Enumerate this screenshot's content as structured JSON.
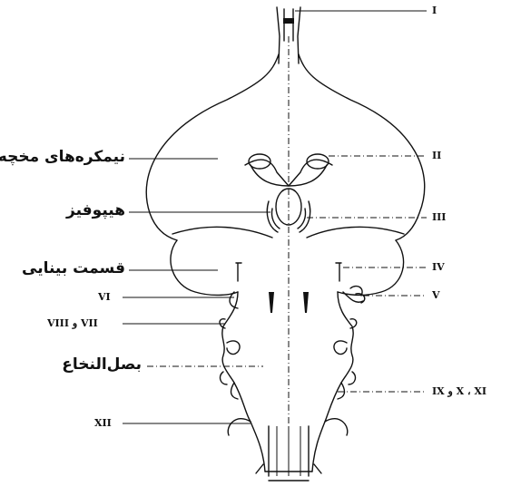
{
  "labels": {
    "left": {
      "cerebral_hemispheres": "نیمکره‌های مخچه",
      "hypophysis": "هیپوفیز",
      "optic_part": "قسمت بینایی",
      "nerve_vi": "VI",
      "nerve_vii_viii": "VII و VIII",
      "medulla_oblongata": "بصل‌النخاع",
      "nerve_xii": "XII"
    },
    "right": {
      "nerve_i": "I",
      "nerve_ii": "II",
      "nerve_iii": "III",
      "nerve_iv": "IV",
      "nerve_v": "V",
      "nerve_ix_x_xi": "IX و X ، XI"
    }
  }
}
